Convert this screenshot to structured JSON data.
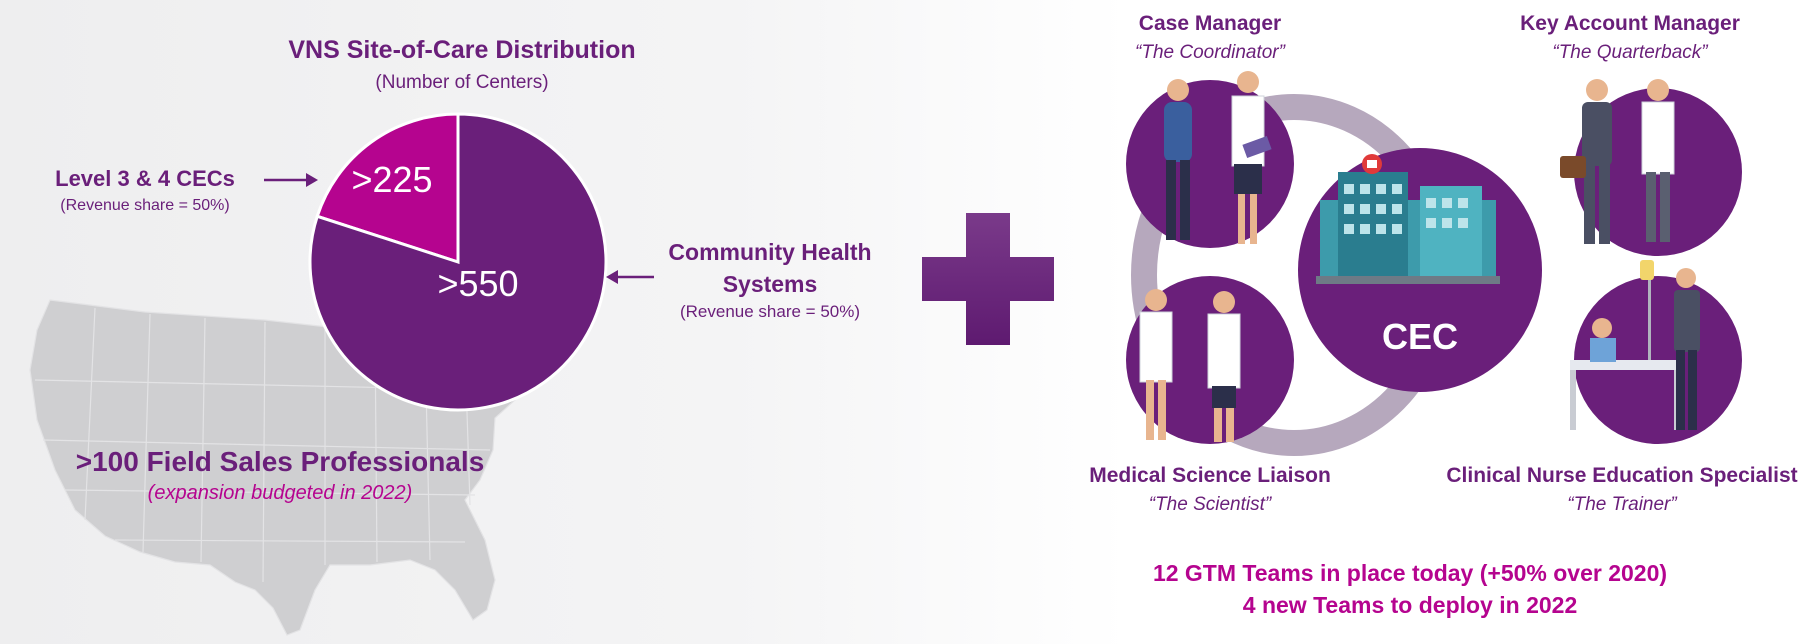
{
  "pie": {
    "title": "VNS Site-of-Care Distribution",
    "subtitle": "(Number of Centers)",
    "slices": [
      {
        "label": ">225",
        "share": 0.2,
        "color": "#b5048f"
      },
      {
        "label": ">550",
        "share": 0.8,
        "color": "#6a1f7a"
      }
    ],
    "left_callout": {
      "title": "Level 3 & 4 CECs",
      "note": "(Revenue share = 50%)"
    },
    "right_callout": {
      "title_line1": "Community Health",
      "title_line2": "Systems",
      "note": "(Revenue share = 50%)"
    }
  },
  "field_sales": {
    "title": ">100 Field Sales Professionals",
    "note": "(expansion budgeted in 2022)"
  },
  "team": {
    "center_label": "CEC",
    "roles": [
      {
        "title": "Case Manager",
        "nickname": "“The Coordinator”"
      },
      {
        "title": "Key Account Manager",
        "nickname": "“The Quarterback”"
      },
      {
        "title": "Medical Science Liaison",
        "nickname": "“The Scientist”"
      },
      {
        "title": "Clinical Nurse Education Specialist",
        "nickname": "“The Trainer”"
      }
    ],
    "footer_line1": "12 GTM Teams in place today (+50% over 2020)",
    "footer_line2": "4 new Teams to deploy in 2022"
  },
  "colors": {
    "purple": "#6a1f7a",
    "magenta": "#b5048f",
    "ring": "#b6a8bd",
    "map": "#cfcfd1"
  }
}
